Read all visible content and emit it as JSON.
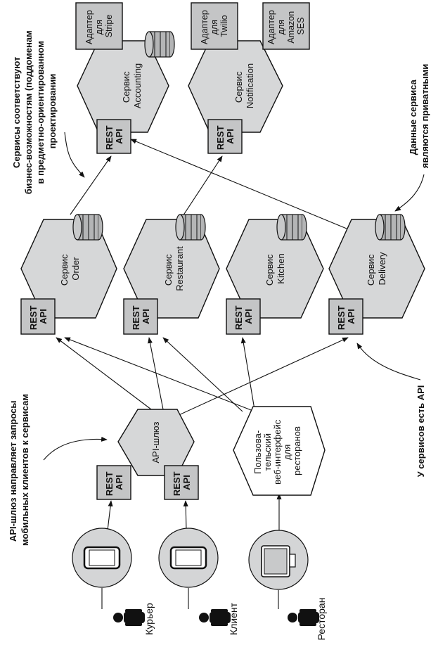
{
  "services": {
    "order": {
      "l1": "Сервис",
      "l2": "Order"
    },
    "restaurant": {
      "l1": "Сервис",
      "l2": "Restaurant"
    },
    "kitchen": {
      "l1": "Сервис",
      "l2": "Kitchen"
    },
    "delivery": {
      "l1": "Сервис",
      "l2": "Delivery"
    },
    "accounting": {
      "l1": "Сервис",
      "l2": "Accounting"
    },
    "notification": {
      "l1": "Сервис",
      "l2": "Notification"
    }
  },
  "api": {
    "l1": "REST",
    "l2": "API"
  },
  "gateway": {
    "label": "API-шлюз"
  },
  "webui": {
    "l1": "Пользова-",
    "l2": "тельский",
    "l3": "веб-интерфейс",
    "l4": "для",
    "l5": "ресторанов"
  },
  "adapters": {
    "stripe": {
      "l1": "Адаптер",
      "l2": "для",
      "l3": "Stripe"
    },
    "twilio": {
      "l1": "Адаптер",
      "l2": "для",
      "l3": "Twilio"
    },
    "ses": {
      "l1": "Адаптер",
      "l2": "для",
      "l3": "Amazon",
      "l4": "SES"
    }
  },
  "actors": {
    "courier": "Курьер",
    "client": "Клиент",
    "restaurant": "Ресторан"
  },
  "notes": {
    "business": {
      "l1": "Сервисы соответствуют",
      "l2": "бизнес-возможностям (поддоменам",
      "l3": "в предметно-ориентированном",
      "l4": "проектировании"
    },
    "private": {
      "l1": "Данные сервиса",
      "l2": "являются приватными"
    },
    "hasapi": {
      "l1": "У сервисов есть API"
    },
    "gatewaynote": {
      "l1": "API-шлюз направляет запросы",
      "l2": "мобильных клиентов к сервисам"
    }
  }
}
